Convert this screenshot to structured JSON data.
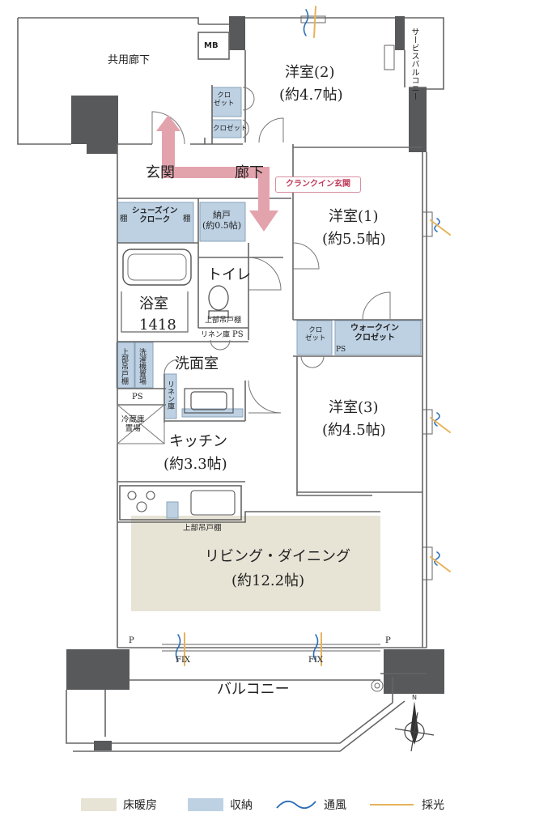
{
  "colors": {
    "wall": "#58595b",
    "floor_heating": "#e7e4d6",
    "storage": "#bdd1e3",
    "entry_arrow": "#e3a3ad",
    "ventilation": "#2d6fb6",
    "daylight": "#e6b35a"
  },
  "labels": {
    "corridor": "共用廊下",
    "mb": "MB",
    "room2_name": "洋室(2)",
    "room2_size": "(約4.7帖)",
    "closet_a": "クロ\nゼット",
    "closet_b": "クロゼット",
    "service_balcony": "サービスバルコニー",
    "entrance": "玄関",
    "hallway": "廊下",
    "walk_in_entrance": "クランクイン玄関",
    "room1_name": "洋室(1)",
    "room1_size": "(約5.5帖)",
    "shelf_left": "棚",
    "shoes_in_cloak": "シューズイン\nクローク",
    "shelf_right": "棚",
    "storeroom": "納戸\n(約0.5帖)",
    "toilet": "トイレ",
    "bath_name": "浴室",
    "bath_size": "1418",
    "upper_cabinet_toilet": "上部吊戸棚",
    "linen_a": "リネン庫",
    "ps_a": "PS",
    "closet_c": "クロ\nゼット",
    "ps_b": "PS",
    "walk_in_closet": "ウォークイン\nクロゼット",
    "upper_cabinet_vert": "上部吊戸棚",
    "washer": "洗濯機置場",
    "washroom": "洗面室",
    "linen_b": "リネン庫",
    "ps_c": "PS",
    "room3_name": "洋室(3)",
    "room3_size": "(約4.5帖)",
    "fridge": "冷蔵庫\n置場",
    "kitchen_name": "キッチン",
    "kitchen_size": "(約3.3帖)",
    "upper_cabinet_kitchen": "上部吊戸棚",
    "living_name": "リビング・ダイニング",
    "living_size": "(約12.2帖)",
    "p_left": "P",
    "p_right": "P",
    "fix_left": "FIX",
    "fix_right": "FIX",
    "balcony": "バルコニー"
  },
  "legend": [
    {
      "key": "floor_heating",
      "label": "床暖房"
    },
    {
      "key": "storage",
      "label": "収納"
    },
    {
      "key": "ventilation",
      "label": "通風"
    },
    {
      "key": "daylight",
      "label": "採光"
    }
  ],
  "icons": {
    "compass": "compass-icon",
    "ventilation": "ventilation-icon",
    "daylight": "daylight-icon"
  }
}
